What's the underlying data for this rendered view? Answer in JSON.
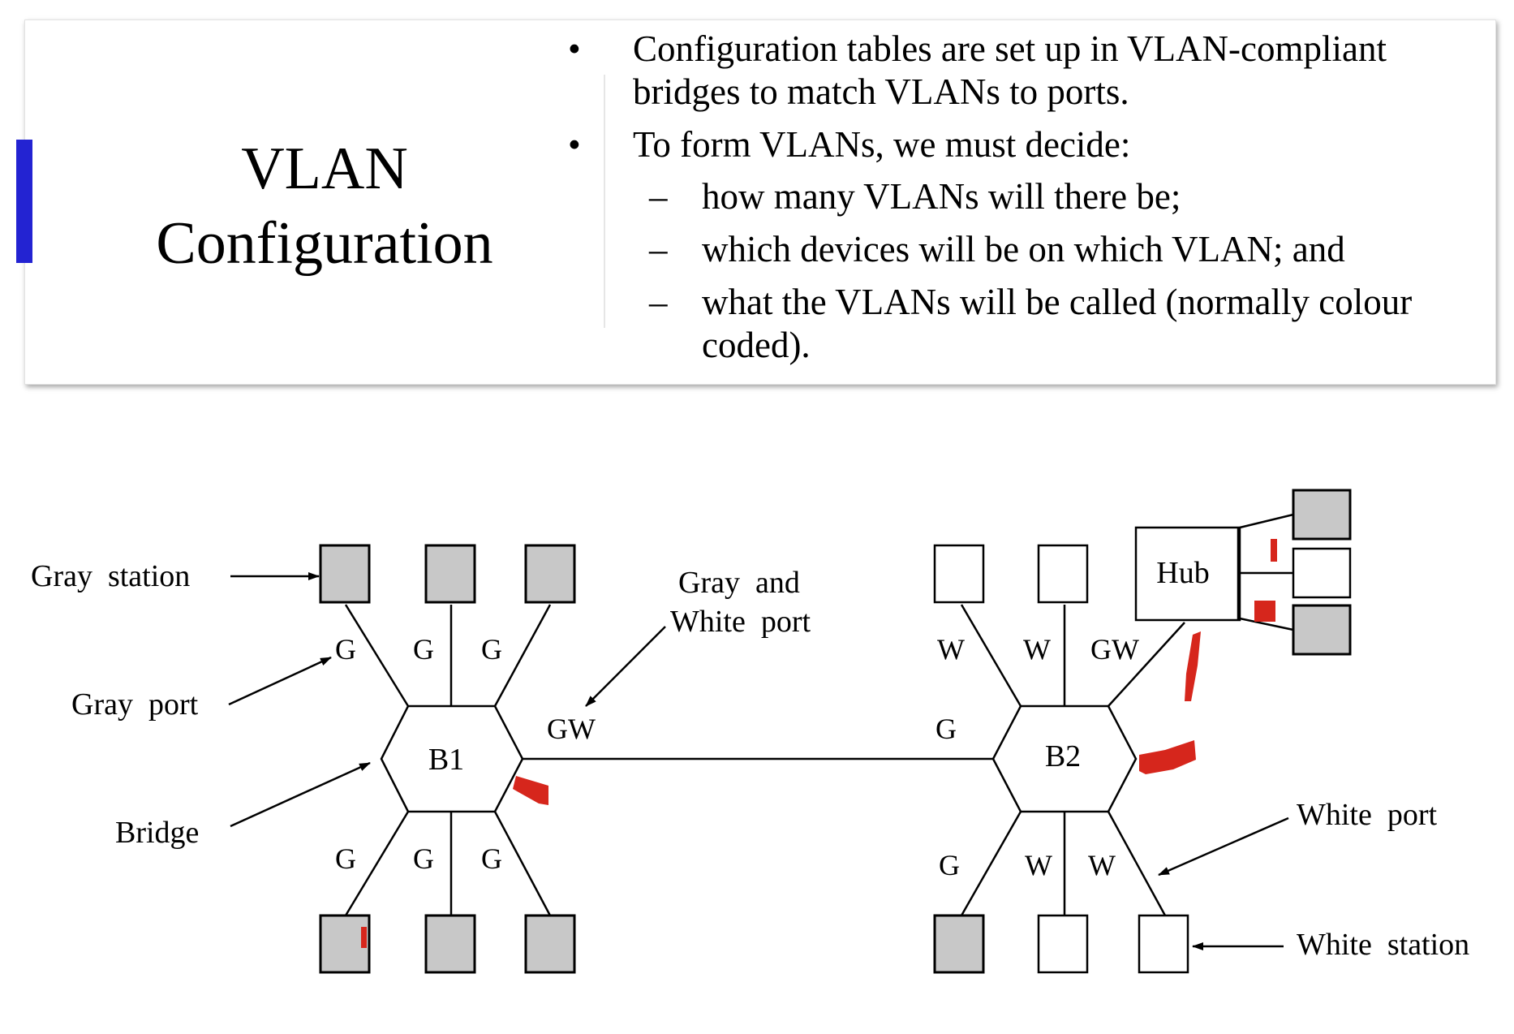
{
  "slide": {
    "title_line1": "VLAN",
    "title_line2": "Configuration",
    "bullets": [
      {
        "line1": "Configuration tables are set up in VLAN-compliant",
        "line2": "bridges to match VLANs to ports."
      },
      {
        "line1": "To form VLANs, we must decide:"
      }
    ],
    "sub_bullets": [
      {
        "line1": "how many VLANs will there be;"
      },
      {
        "line1": "which devices will be on which VLAN; and"
      },
      {
        "line1": "what the VLANs will be called (normally colour",
        "line2": "coded)."
      }
    ],
    "bullet_mark": "•",
    "sub_mark": "–"
  },
  "diagram": {
    "labels": {
      "gray_station": "Gray  station",
      "gray_port": "Gray  port",
      "bridge": "Bridge",
      "gray_white_port_1": "Gray  and",
      "gray_white_port_2": "White  port",
      "white_port": "White  port",
      "white_station": "White  station",
      "hub": "Hub",
      "b1": "B1",
      "b2": "B2"
    },
    "ports": {
      "b1_top": [
        "G",
        "G",
        "G"
      ],
      "b1_bottom": [
        "G",
        "G",
        "G"
      ],
      "b1_right": "GW",
      "b2_left": "G",
      "b2_top": [
        "W",
        "W",
        "GW"
      ],
      "b2_bottom": [
        "G",
        "W",
        "W"
      ]
    },
    "colors": {
      "gray_station": "#c8c8c8",
      "white_station": "#ffffff",
      "annotation_red": "#d6261c",
      "accent_bar": "#2323d2"
    }
  }
}
